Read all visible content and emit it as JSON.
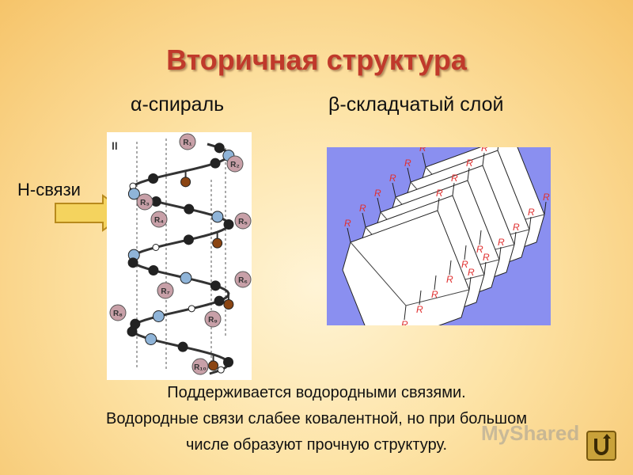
{
  "title": "Вторичная структура",
  "alpha_label": "α-спираль",
  "beta_label": "β-складчатый слой",
  "hbond_label": "Н-связи",
  "helix": {
    "numeral": "II",
    "r_labels": [
      "R₁",
      "R₂",
      "R₃",
      "R₄",
      "R₅",
      "R₆",
      "R₇",
      "R₈",
      "R₉",
      "R₁₀"
    ]
  },
  "sheet": {
    "r_label": "R"
  },
  "caption_lines": [
    "Поддерживается водородными связями.",
    "Водородные связи слабее ковалентной, но при большом",
    "числе образуют прочную структуру."
  ],
  "watermark": "MyShared",
  "colors": {
    "title": "#c0392b",
    "sheet_background": "#8a8ff0",
    "r_label": "#e03030",
    "arrow_fill": "#f4d35e",
    "atom_carbon": "#222222",
    "atom_nitrogen": "#8fb4d8",
    "atom_oxygen": "#8b4513",
    "atom_hydrogen": "#ffffff",
    "side_chain": "#c8a0a8"
  }
}
